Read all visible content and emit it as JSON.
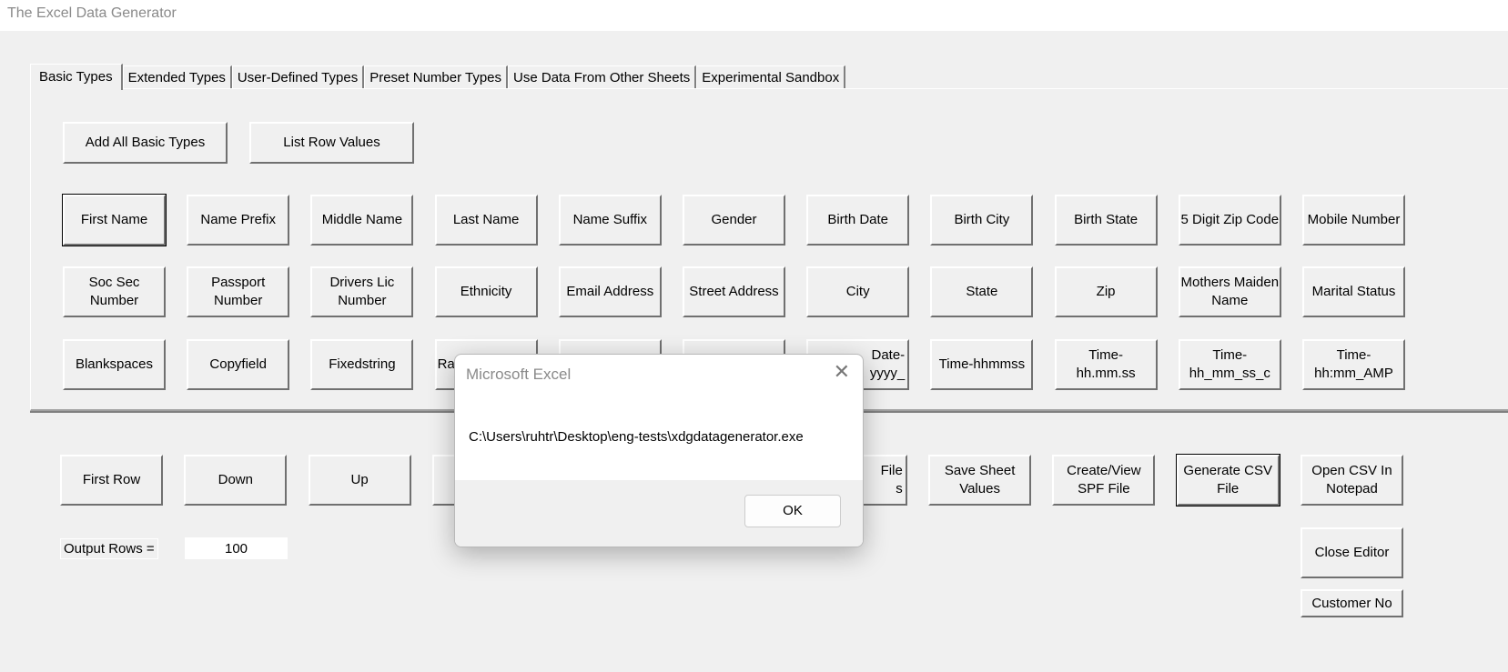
{
  "window": {
    "title": "The Excel Data Generator"
  },
  "tabs": [
    "Basic Types",
    "Extended Types",
    "User-Defined Types",
    "Preset Number Types",
    "Use Data From Other Sheets",
    "Experimental Sandbox"
  ],
  "active_tab": "Basic Types",
  "top_buttons": [
    "Add All Basic Types",
    "List Row Values"
  ],
  "type_buttons": [
    [
      "First Name",
      "Name Prefix",
      "Middle Name",
      "Last Name",
      "Name Suffix",
      "Gender",
      "Birth Date",
      "Birth City",
      "Birth State",
      "5 Digit Zip Code",
      "Mobile Number"
    ],
    [
      "Soc Sec Number",
      "Passport Number",
      "Drivers Lic Number",
      "Ethnicity",
      "Email Address",
      "Street Address",
      "City",
      "State",
      "Zip",
      "Mothers Maiden Name",
      "Marital Status"
    ],
    [
      "Blankspaces",
      "Copyfield",
      "Fixedstring",
      "Ra",
      "",
      "",
      "Date-\nyyyy_",
      "Time-hhmmss",
      "Time-\nhh.mm.ss",
      "Time-\nhh_mm_ss_c",
      "Time-\nhh:mm_AMP"
    ]
  ],
  "bottom_buttons": [
    "First Row",
    "Down",
    "Up",
    "",
    "",
    "",
    "File\ns",
    "Save Sheet Values",
    "Create/View SPF File",
    "Generate CSV File",
    "Open CSV In Notepad"
  ],
  "side_buttons": [
    "Close Editor",
    "Customer No"
  ],
  "output_rows": {
    "label": "Output Rows =",
    "value": "100"
  },
  "dialog": {
    "title": "Microsoft Excel",
    "message": "C:\\Users\\ruhtr\\Desktop\\eng-tests\\xdgdatagenerator.exe",
    "ok": "OK"
  }
}
